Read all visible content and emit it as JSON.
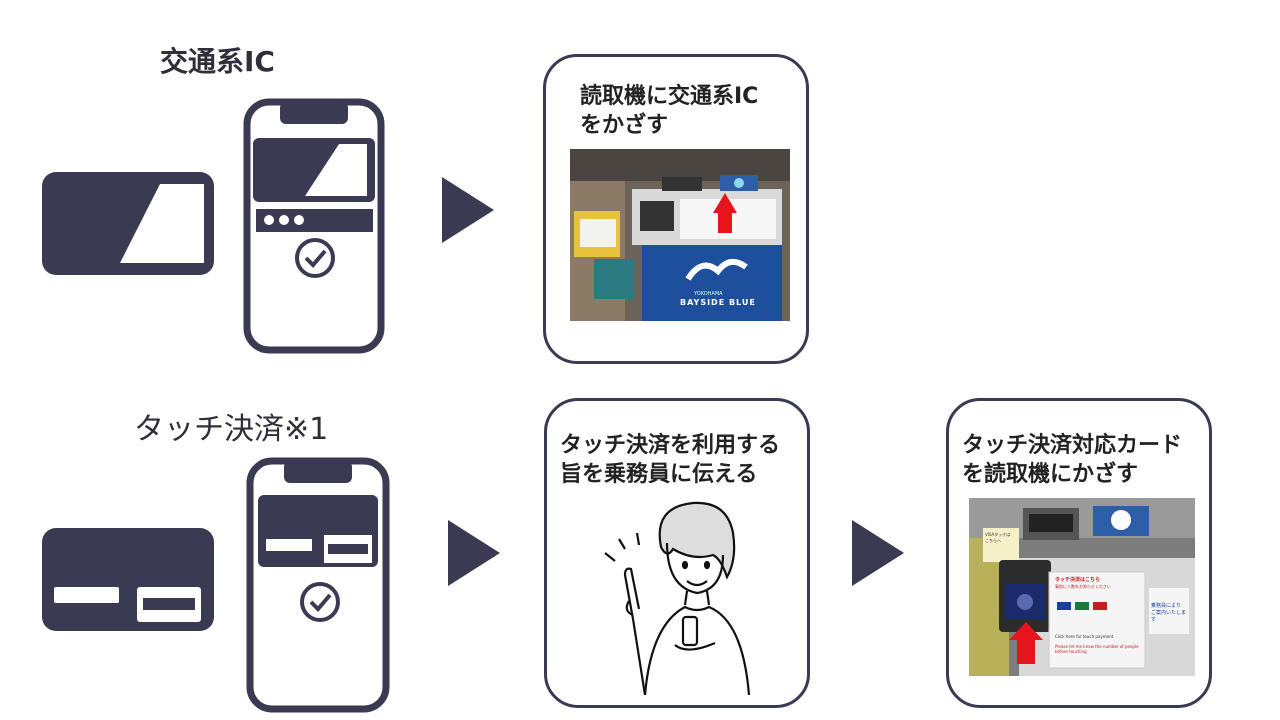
{
  "section1": {
    "title": "交通系IC",
    "step1": "読取機に交通系IC\nをかざす",
    "photo_brand": "BAYSIDE BLUE",
    "photo_brand_small": "YOKOHAMA"
  },
  "section2": {
    "title": "タッチ決済※1",
    "step1": "タッチ決済を利用する\n旨を乗務員に伝える",
    "step2": "タッチ決済対応カード\nを読取機にかざす",
    "photo_sign_title": "タッチ決済はこちら",
    "photo_sign_line": "事前に人数をお知らせください",
    "photo_sign_en": "Click here for touch payment.",
    "photo_sign_en2": "Please let me know the number of people before touching",
    "photo_side_sign": "乗務員により\nご案内いたします",
    "photo_visa_label": "VISAタッチは\nこちらへ"
  },
  "colors": {
    "dark": "#3a3a52",
    "red": "#e8141b",
    "white": "#ffffff"
  }
}
